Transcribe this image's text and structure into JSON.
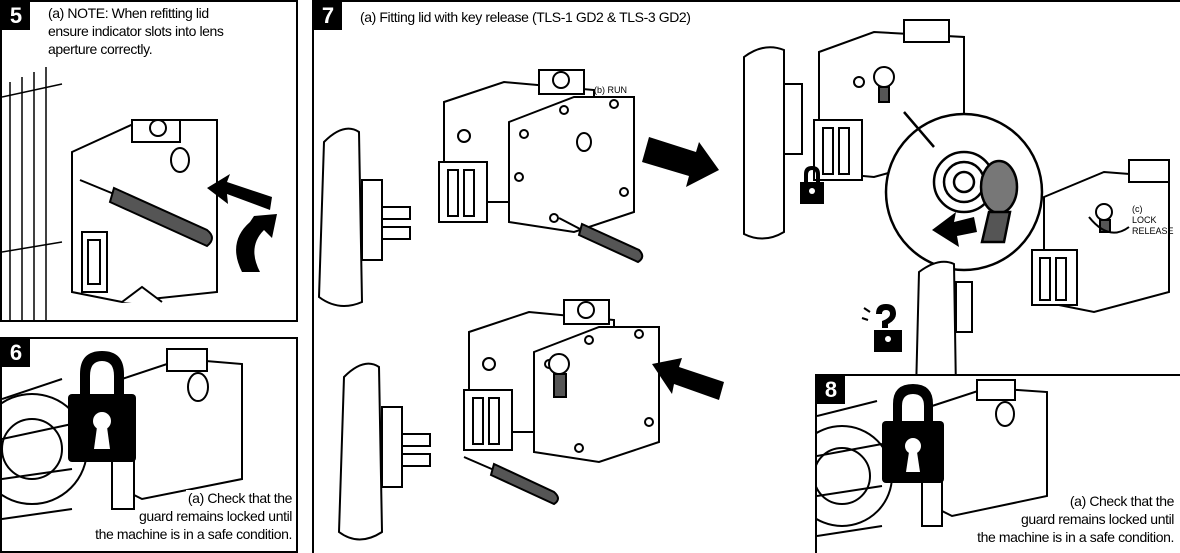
{
  "panels": {
    "p5": {
      "number": "5",
      "note": [
        "(a) NOTE: When refitting lid",
        "ensure indicator slots into lens",
        "aperture correctly."
      ]
    },
    "p6": {
      "number": "6",
      "caption": [
        "(a) Check that the",
        "guard remains locked until",
        "the machine is in a safe condition."
      ]
    },
    "p7": {
      "number": "7",
      "title": "(a) Fitting lid with key release (TLS-1 GD2 & TLS-3 GD2)",
      "label_run": "(b) RUN",
      "label_release": [
        "(c)",
        "LOCK",
        "RELEASE"
      ]
    },
    "p8": {
      "number": "8",
      "caption": [
        "(a) Check that the",
        "guard remains locked until",
        "the machine is in a safe condition."
      ]
    }
  },
  "colors": {
    "ink": "#000000",
    "paper": "#ffffff",
    "shade": "#555555"
  },
  "icons": [
    "padlock-icon",
    "arrow-icon",
    "rotate-arrow-icon",
    "question-padlock-icon"
  ]
}
